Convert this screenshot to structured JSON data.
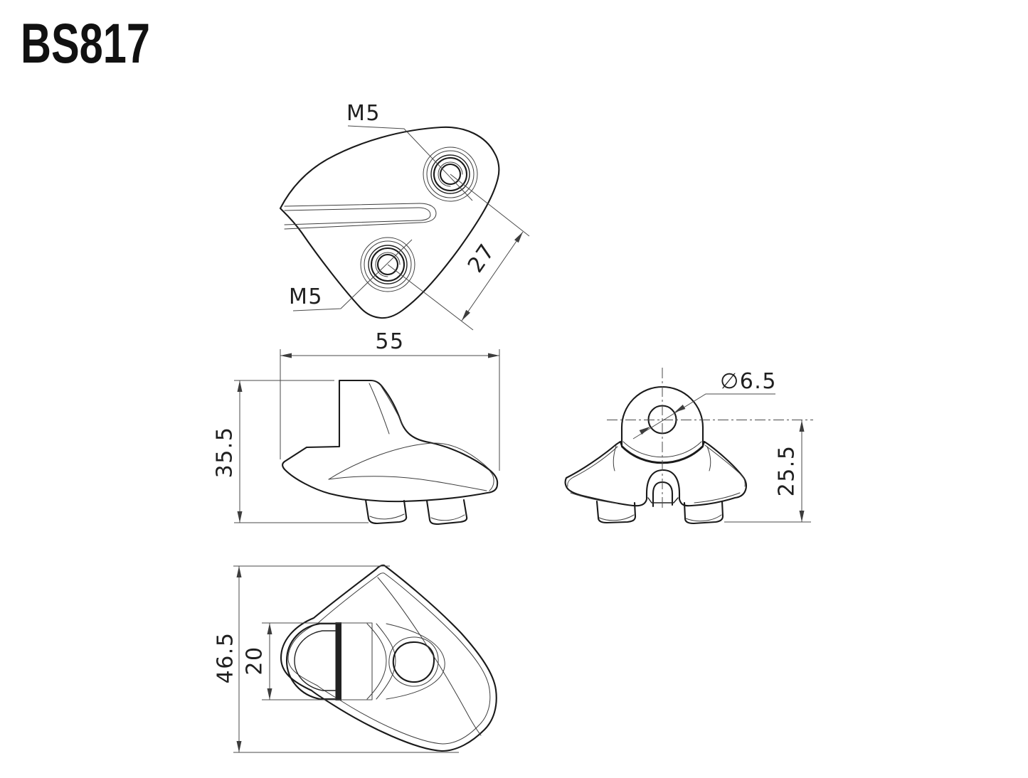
{
  "title": "BS817",
  "views": {
    "top": {
      "thread_upper": "M5",
      "thread_lower": "M5",
      "hole_spacing": "27"
    },
    "side": {
      "width": "55",
      "height": "35.5"
    },
    "front": {
      "hole_diameter": "∅6.5",
      "height_below_axis": "25.5"
    },
    "bottom": {
      "length": "46.5",
      "slot_width": "20"
    }
  },
  "colors": {
    "background": "#ffffff",
    "outline": "#1a1a1a",
    "thin_line": "#3d3d3d",
    "dimension_line": "#4a4a4a",
    "text": "#1f1f1f"
  }
}
